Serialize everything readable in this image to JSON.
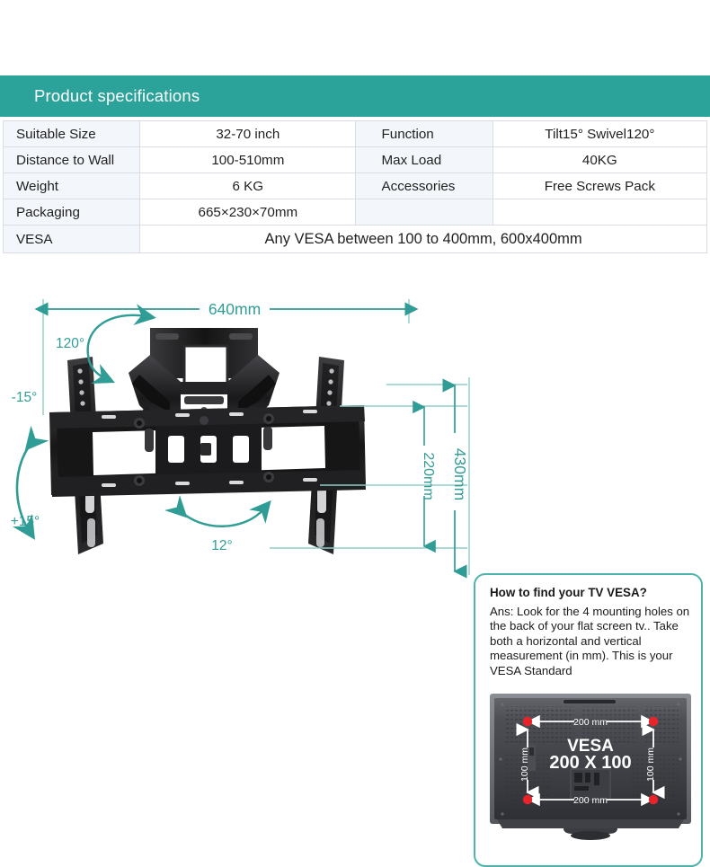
{
  "header": {
    "title": "Product specifications",
    "accent_color": "#2ba39b"
  },
  "spec_table": {
    "rows": [
      {
        "label1": "Suitable Size",
        "value1": "32-70 inch",
        "label2": "Function",
        "value2": "Tilt15° Swivel120°"
      },
      {
        "label1": "Distance to Wall",
        "value1": "100-510mm",
        "label2": "Max Load",
        "value2": "40KG"
      },
      {
        "label1": "Weight",
        "value1": "6   KG",
        "label2": "Accessories",
        "value2": "Free Screws Pack"
      },
      {
        "label1": "Packaging",
        "value1": "665×230×70mm",
        "label2": "",
        "value2": ""
      }
    ],
    "vesa_row": {
      "label": "VESA",
      "value": "Any VESA between 100 to 400mm, 600x400mm"
    }
  },
  "diagram": {
    "width_label": "640mm",
    "height_outer_label": "430mm",
    "height_inner_label": "220mm",
    "angle_swivel": "120°",
    "angle_tilt_up": "-15°",
    "angle_tilt_down": "+15°",
    "angle_rotate": "12°",
    "dimension_color": "#2f9d95"
  },
  "vesa_box": {
    "question": "How to find your TV VESA?",
    "answer": "Ans: Look for the 4 mounting holes on the back of your flat screen tv.. Take both a horizontal and vertical measurement (in mm). This is your VESA Standard",
    "border_color": "#4fb3ac",
    "tv_image": {
      "vesa_title": "VESA",
      "vesa_size": "200 X 100",
      "top_width_label": "200 mm",
      "bottom_width_label": "200 mm",
      "left_height_label": "100 mm",
      "right_height_label": "100 mm",
      "hole_marker_color": "#e8232a"
    }
  }
}
